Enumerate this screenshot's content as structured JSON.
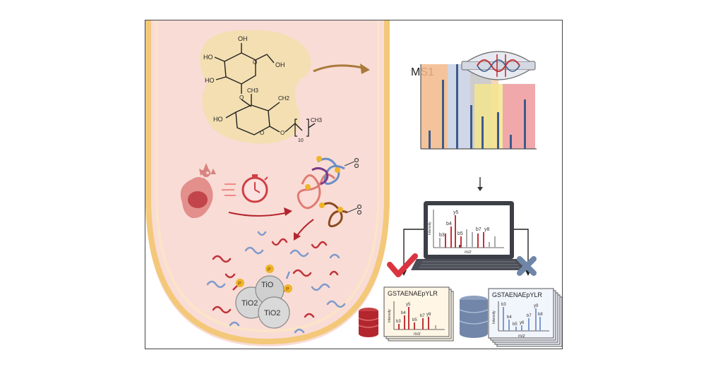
{
  "colors": {
    "tube_fill": "#f9dcd6",
    "tube_rim": "#f2c469",
    "molecule_blob": "#f3dfb2",
    "bar_dark_blue": "#3d5a8a",
    "bar_red": "#c0333a",
    "bar_gray": "#aaaaaa",
    "check_red": "#d9343f",
    "cross_blue": "#6f86a8",
    "arrow_brown": "#a97a3a"
  },
  "molecule": {
    "oh_top": "OH",
    "oh_right": "OH",
    "ho_left_top": "HO",
    "ho_left_mid": "HO",
    "ho_bottom": "HO",
    "methyl_top": "CH3",
    "methyl_right": "CH2",
    "methyl_tail": "CH3",
    "o_ring_top": "O",
    "o_link": "O",
    "o_ring_bottom": "O",
    "o_tail": "O",
    "repeat_count": "10"
  },
  "ms1": {
    "label": "MS1"
  },
  "laptop": {
    "y_label": "Intensity",
    "x_label": "m/z",
    "peaks": [
      "y5",
      "b4",
      "b5",
      "b3",
      "b7",
      "y8"
    ]
  },
  "card_left": {
    "sequence": "GSTAENAEpYLR",
    "y_label": "Intensity",
    "x_label": "m/z",
    "peaks": [
      "y5",
      "b4",
      "b7",
      "y8",
      "b3",
      "b5"
    ]
  },
  "card_right": {
    "sequence": "GSTAENAEpYLR",
    "y_label": "Intensity",
    "x_label": "m/z",
    "peaks": [
      "b3",
      "y9",
      "b4",
      "b7",
      "b8",
      "b5",
      "y6"
    ]
  },
  "beads": {
    "left": "TiO2",
    "top": "TiO",
    "right": "TiO2",
    "phospho_mark": "P"
  },
  "icons": {
    "cell": "cell-icon",
    "stopwatch": "stopwatch-icon",
    "check": "check-mark-icon",
    "cross": "cross-mark-icon",
    "database": "database-icon",
    "laptop": "laptop-icon",
    "ion_trap": "ion-trap-icon"
  }
}
